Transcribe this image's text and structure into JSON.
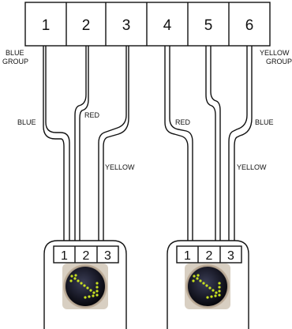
{
  "terminal_block": {
    "terminals": [
      "1",
      "2",
      "3",
      "4",
      "5",
      "6"
    ]
  },
  "group_labels": {
    "left": [
      "BLUE",
      "GROUP"
    ],
    "right": [
      "YELLOW",
      "GROUP"
    ]
  },
  "wire_labels": {
    "left_blue": "BLUE",
    "left_red": "RED",
    "left_yellow": "YELLOW",
    "right_red": "RED",
    "right_blue": "BLUE",
    "right_yellow": "YELLOW"
  },
  "signal_units": [
    {
      "connector": [
        "1",
        "2",
        "3"
      ],
      "arrow_color": "#c8e020"
    },
    {
      "connector": [
        "1",
        "2",
        "3"
      ],
      "arrow_color": "#c8e020"
    }
  ]
}
